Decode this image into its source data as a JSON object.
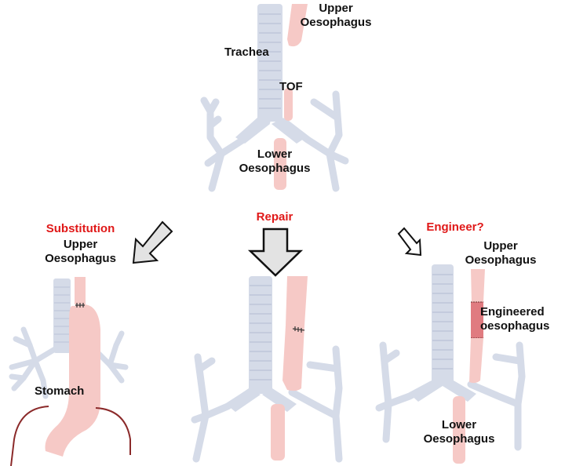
{
  "colors": {
    "airway": "#d5dbe8",
    "airway_ring": "#c4cbdd",
    "oesophagus": "#f6c9c6",
    "engineered": "#e07b80",
    "red_label": "#e01818",
    "text": "#111111",
    "arrow_fill": "#e3e3e3",
    "diaphragm": "#8b2a2a"
  },
  "top_panel": {
    "upper_oesophagus": [
      "Upper",
      "Oesophagus"
    ],
    "trachea": "Trachea",
    "tof": "TOF",
    "lower_oesophagus": [
      "Lower",
      "Oesophagus"
    ]
  },
  "left_panel": {
    "title": "Substitution",
    "upper_oesophagus": [
      "Upper",
      "Oesophagus"
    ],
    "stomach": "Stomach",
    "arrow_icon": "arrow-down-left-icon"
  },
  "center_panel": {
    "title": "Repair",
    "arrow_icon": "arrow-down-icon"
  },
  "right_panel": {
    "title": "Engineer?",
    "upper_oesophagus": [
      "Upper",
      "Oesophagus"
    ],
    "engineered": [
      "Engineered",
      "oesophagus"
    ],
    "lower_oesophagus": [
      "Lower",
      "Oesophagus"
    ],
    "arrow_icon": "arrow-down-right-icon"
  }
}
